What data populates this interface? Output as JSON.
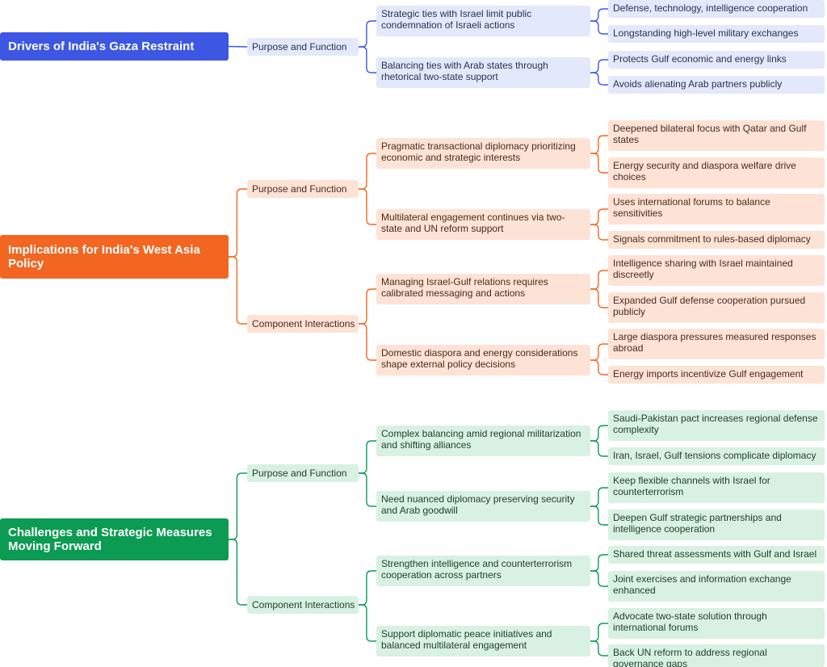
{
  "colors": {
    "blue": "#3d57e3",
    "orange": "#f26622",
    "green": "#0c9b52"
  },
  "topics": [
    {
      "title": "Drivers of India's Gaza Restraint",
      "color": "blue",
      "groups": [
        {
          "label": "Purpose and Function",
          "items": [
            {
              "text": "Strategic ties with Israel limit public condemnation of Israeli actions",
              "points": [
                "Defense, technology, intelligence cooperation",
                "Longstanding high-level military exchanges"
              ]
            },
            {
              "text": "Balancing ties with Arab states through rhetorical two-state support",
              "points": [
                "Protects Gulf economic and energy links",
                "Avoids alienating Arab partners publicly"
              ]
            }
          ]
        }
      ]
    },
    {
      "title": "Implications for India's West Asia Policy",
      "color": "orange",
      "groups": [
        {
          "label": "Purpose and Function",
          "items": [
            {
              "text": "Pragmatic transactional diplomacy prioritizing economic and strategic interests",
              "points": [
                "Deepened bilateral focus with Qatar and Gulf states",
                "Energy security and diaspora welfare drive choices"
              ]
            },
            {
              "text": "Multilateral engagement continues via two-state and UN reform support",
              "points": [
                "Uses international forums to balance sensitivities",
                "Signals commitment to rules-based diplomacy"
              ]
            }
          ]
        },
        {
          "label": "Component Interactions",
          "items": [
            {
              "text": "Managing Israel-Gulf relations requires calibrated messaging and actions",
              "points": [
                "Intelligence sharing with Israel maintained discreetly",
                "Expanded Gulf defense cooperation pursued publicly"
              ]
            },
            {
              "text": "Domestic diaspora and energy considerations shape external policy decisions",
              "points": [
                "Large diaspora pressures measured responses abroad",
                "Energy imports incentivize Gulf engagement"
              ]
            }
          ]
        }
      ]
    },
    {
      "title": "Challenges and Strategic Measures Moving Forward",
      "color": "green",
      "groups": [
        {
          "label": "Purpose and Function",
          "items": [
            {
              "text": "Complex balancing amid regional militarization and shifting alliances",
              "points": [
                "Saudi-Pakistan pact increases regional defense complexity",
                "Iran, Israel, Gulf tensions complicate diplomacy"
              ]
            },
            {
              "text": "Need nuanced diplomacy preserving security and Arab goodwill",
              "points": [
                "Keep flexible channels with Israel for counterterrorism",
                "Deepen Gulf strategic partnerships and intelligence cooperation"
              ]
            }
          ]
        },
        {
          "label": "Component Interactions",
          "items": [
            {
              "text": "Strengthen intelligence and counterterrorism cooperation across partners",
              "points": [
                "Shared threat assessments with Gulf and Israel",
                "Joint exercises and information exchange enhanced"
              ]
            },
            {
              "text": "Support diplomatic peace initiatives and balanced multilateral engagement",
              "points": [
                "Advocate two-state solution through international forums",
                "Back UN reform to address regional governance gaps"
              ]
            }
          ]
        }
      ]
    }
  ]
}
